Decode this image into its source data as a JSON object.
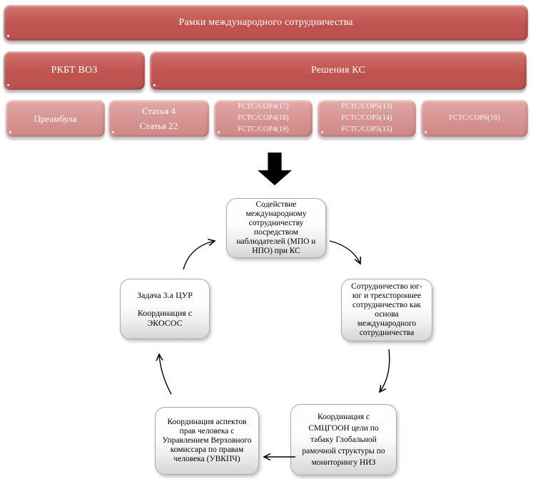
{
  "colors": {
    "box_dark_red": "#c0504d",
    "box_light_red": "#d99694",
    "cycle_box_fill": "#ffffff",
    "arrow_black": "#000000",
    "text_on_red": "#ffffff",
    "text_on_white": "#000000"
  },
  "framework": {
    "title": "Рамки международного сотрудничества",
    "groups": [
      {
        "header": "РКБТ ВОЗ",
        "items": [
          {
            "lines": [
              "Преамбула"
            ]
          },
          {
            "lines": [
              "Статья  4",
              "Статья  22"
            ]
          }
        ]
      },
      {
        "header": "Решения КС",
        "items": [
          {
            "lines": [
              "FCTC/COP4(17)",
              "FCTC/COP4(18)",
              "FCTC/COP4(19)"
            ]
          },
          {
            "lines": [
              "FCTC/COP5(13)",
              "FCTC/COP5(14)",
              "FCTC/COP5(15)"
            ]
          },
          {
            "lines": [
              "FCTC/COP6(16)"
            ]
          }
        ]
      }
    ]
  },
  "cycle": {
    "nodes": [
      {
        "id": "observers",
        "text": "Содействие международному сотрудничеству посредством наблюдателей  (МПО и НПО) при КС"
      },
      {
        "id": "south-south",
        "text": "Сотрудничество юг-юг и трехстороннее сотрудничество как основа международного сотрудничества"
      },
      {
        "id": "untf-ncd",
        "text": "Координация с СМЦГООН цели по табаку Глобальной рамочной структуры по мониторингу НИЗ"
      },
      {
        "id": "ohchr",
        "text": "Координация аспектов прав человека с Управлением Верховного комиссара по правам человека (УВКПЧ)"
      },
      {
        "id": "sdg-ecosoc",
        "lines": [
          "Задача 3.а ЦУР",
          "Координация с ЭКОСОС"
        ]
      }
    ]
  }
}
